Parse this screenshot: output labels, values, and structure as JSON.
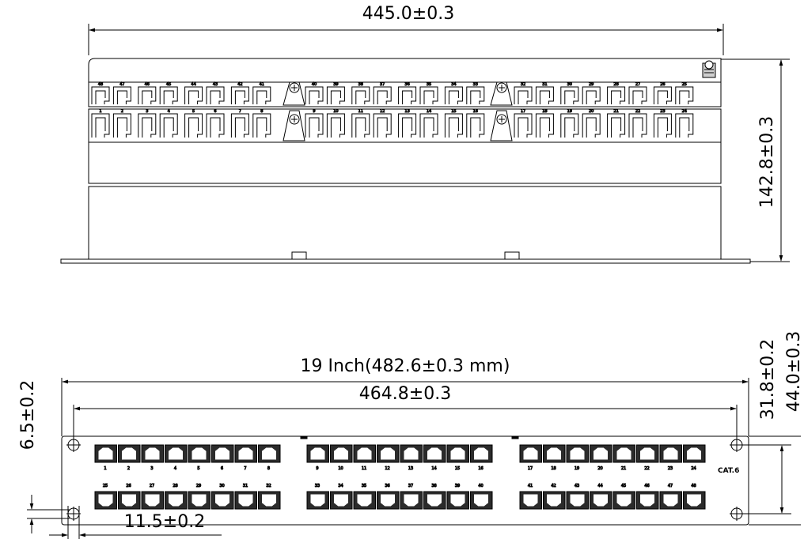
{
  "top_view": {
    "width_dim": "445.0±0.3",
    "depth_dim": "142.8±0.3",
    "rear_port_labels": [
      "48",
      "47",
      "46",
      "45",
      "44",
      "43",
      "42",
      "41",
      "40",
      "39",
      "38",
      "37",
      "36",
      "35",
      "34",
      "33",
      "32",
      "31",
      "30",
      "29",
      "28",
      "27",
      "26",
      "25"
    ],
    "front_port_labels": [
      "1",
      "2",
      "3",
      "4",
      "5",
      "6",
      "7",
      "8",
      "9",
      "10",
      "11",
      "12",
      "13",
      "14",
      "15",
      "16",
      "17",
      "18",
      "19",
      "20",
      "21",
      "22",
      "23",
      "24"
    ]
  },
  "front_view": {
    "overall_width_dim": "19  Inch(482.6±0.3  mm)",
    "hole_spacing_dim": "464.8±0.3",
    "hole_offset_dim": "6.5±0.2",
    "hole_inset_dim": "11.5±0.2",
    "hole_vertical_dim": "31.8±0.2",
    "height_dim": "44.0±0.3",
    "category_label": "CAT.6",
    "top_row_ports": [
      "1",
      "2",
      "3",
      "4",
      "5",
      "6",
      "7",
      "8",
      "9",
      "10",
      "11",
      "12",
      "13",
      "14",
      "15",
      "16",
      "17",
      "18",
      "19",
      "20",
      "21",
      "22",
      "23",
      "24"
    ],
    "bottom_row_ports": [
      "25",
      "26",
      "27",
      "28",
      "29",
      "30",
      "31",
      "32",
      "33",
      "34",
      "35",
      "36",
      "37",
      "38",
      "39",
      "40",
      "41",
      "42",
      "43",
      "44",
      "45",
      "46",
      "47",
      "48"
    ]
  },
  "colors": {
    "line": "#000000",
    "port_fill": "#2b2b2b",
    "background": "#ffffff"
  }
}
